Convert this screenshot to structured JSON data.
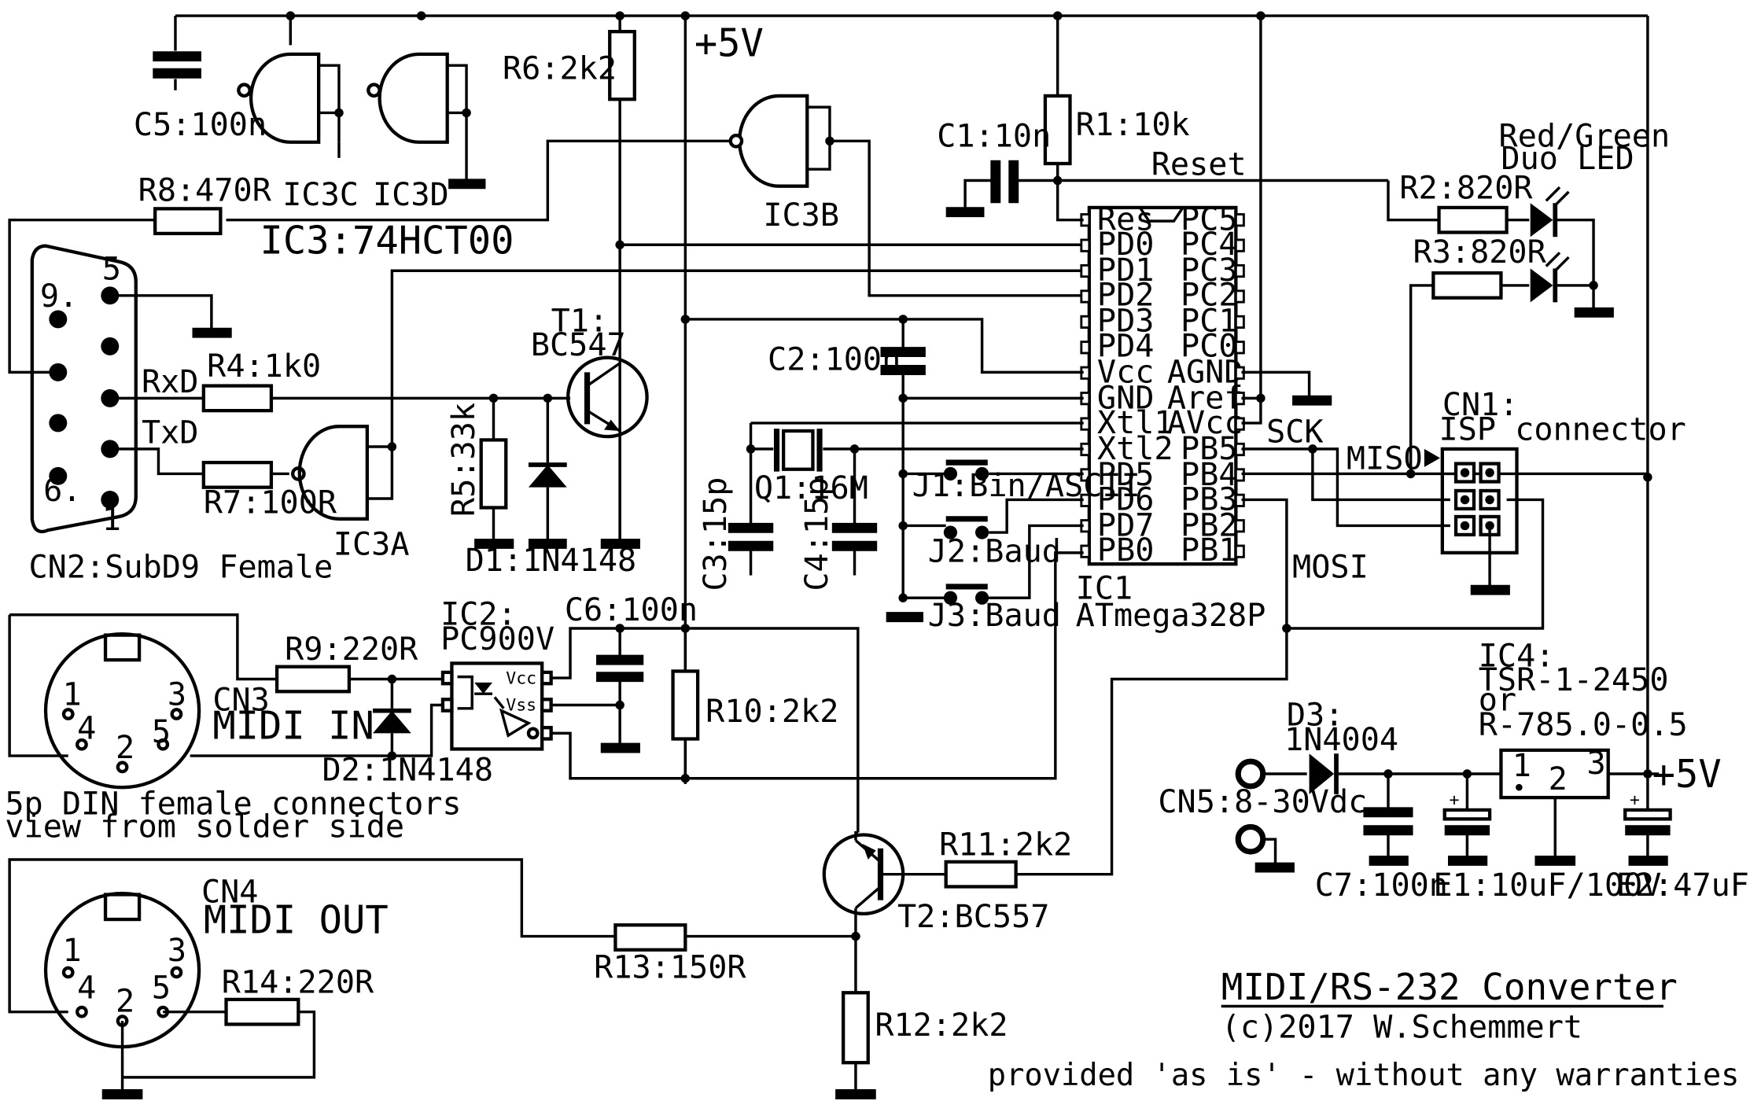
{
  "title": "MIDI/RS-232 Converter",
  "copyright": "(c)2017 W.Schemmert",
  "disclaimer": "provided 'as is' - without any warranties",
  "supply_labels": {
    "top": "+5V",
    "reg_out": "+5V"
  },
  "ic3": {
    "label": "IC3:74HCT00",
    "gates": [
      "IC3A",
      "IC3B",
      "IC3C",
      "IC3D"
    ]
  },
  "ic1": {
    "ref": "IC1",
    "part": "ATmega328P",
    "left_pins": [
      "Res",
      "PD0",
      "PD1",
      "PD2",
      "PD3",
      "PD4",
      "Vcc",
      "GND",
      "Xtl1",
      "Xtl2",
      "PD5",
      "PD6",
      "PD7",
      "PB0"
    ],
    "right_pins": [
      "PC5",
      "PC4",
      "PC3",
      "PC2",
      "PC1",
      "PC0",
      "AGND",
      "Aref",
      "AVcc",
      "PB5",
      "PB4",
      "PB3",
      "PB2",
      "PB1"
    ]
  },
  "ic2": {
    "ref": "IC2:",
    "part": "PC900V",
    "pin_vcc": "Vcc",
    "pin_vss": "Vss"
  },
  "ic4": {
    "ref": "IC4:",
    "part": "TSR-1-2450",
    "or": "or",
    "alt": "R-785.0-0.5",
    "pins": [
      "1",
      "2",
      "3"
    ]
  },
  "components": {
    "c5": "C5:100n",
    "r6": "R6:2k2",
    "r8": "R8:470R",
    "r4": "R4:1k0",
    "r7": "R7:100R",
    "r5": "R5:33k",
    "d1": "D1:1N4148",
    "t1_ref": "T1:",
    "t1_part": "BC547",
    "c1": "C1:10n",
    "r1": "R1:10k",
    "c2": "C2:100n",
    "c3": "C3:15p",
    "c4": "C4:15p",
    "q1": "Q1:16M",
    "j1": "J1:Bin/ASCII",
    "j2": "J2:Baud",
    "j3": "J3:Baud",
    "r2": "R2:820R",
    "r3": "R3:820R",
    "led": "Red/Green",
    "led2": "Duo LED",
    "c6": "C6:100n",
    "r10": "R10:2k2",
    "r9": "R9:220R",
    "d2": "D2:1N4148",
    "r11": "R11:2k2",
    "t2": "T2:BC557",
    "r13": "R13:150R",
    "r12": "R12:2k2",
    "r14": "R14:220R",
    "d3_ref": "D3:",
    "d3_part": "1N4004",
    "cn5": "CN5:8-30Vdc",
    "c7": "C7:100n",
    "e1": "E1:10uF/100V",
    "e2": "E2:47uF"
  },
  "nets": {
    "reset": "Reset",
    "rxd": "RxD",
    "txd": "TxD",
    "sck": "SCK",
    "miso": "MISO",
    "mosi": "MOSI"
  },
  "connectors": {
    "cn1_ref": "CN1:",
    "cn1_name": "ISP connector",
    "cn2": "CN2:SubD9 Female",
    "cn2_pins": {
      "p1": "1",
      "p5": "5",
      "p6": "6.",
      "p9": "9."
    },
    "cn3_ref": "CN3",
    "cn3_name": "MIDI IN",
    "cn4_ref": "CN4",
    "cn4_name": "MIDI OUT",
    "din_note1": "5p DIN female connectors",
    "din_note2": "view from solder side",
    "din_pins": [
      "1",
      "2",
      "3",
      "4",
      "5"
    ]
  }
}
